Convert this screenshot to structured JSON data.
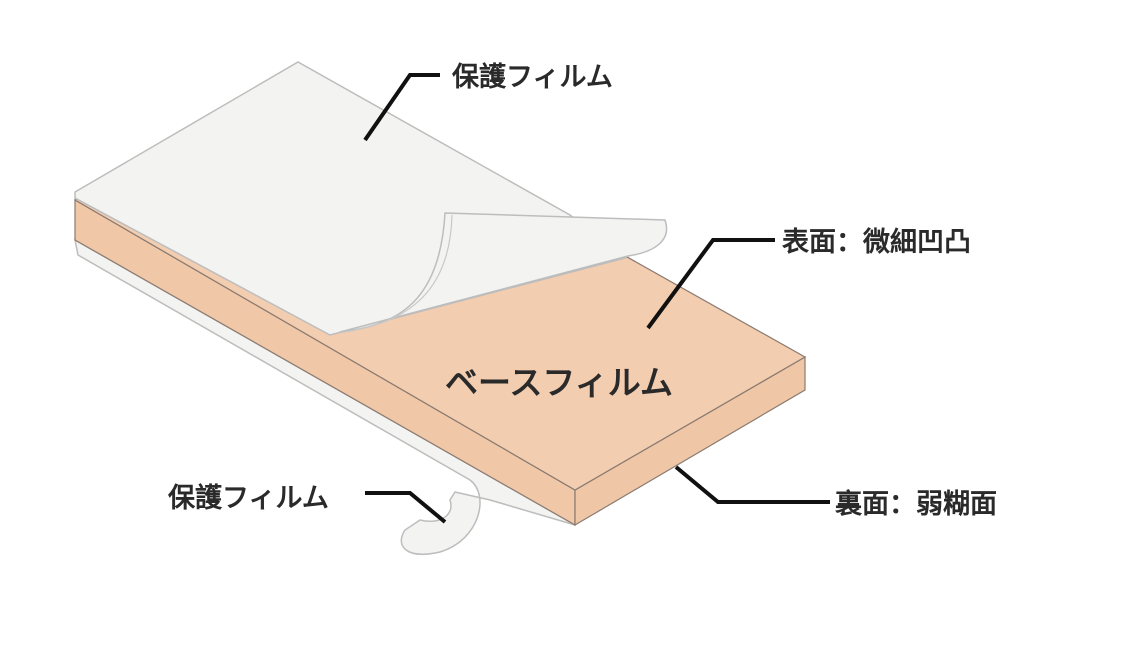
{
  "labels": {
    "top_protective_film": "保護フィルム",
    "surface": "表面：微細凹凸",
    "base_film": "ベースフィルム",
    "bottom_protective_film": "保護フィルム",
    "back_surface": "裏面：弱糊面"
  },
  "colors": {
    "base_film": "#f2cdb0",
    "base_side": "#f0c8a8",
    "protective_film": "#f3f3f2",
    "outline": "#8a7a70",
    "leader": "#111111"
  }
}
